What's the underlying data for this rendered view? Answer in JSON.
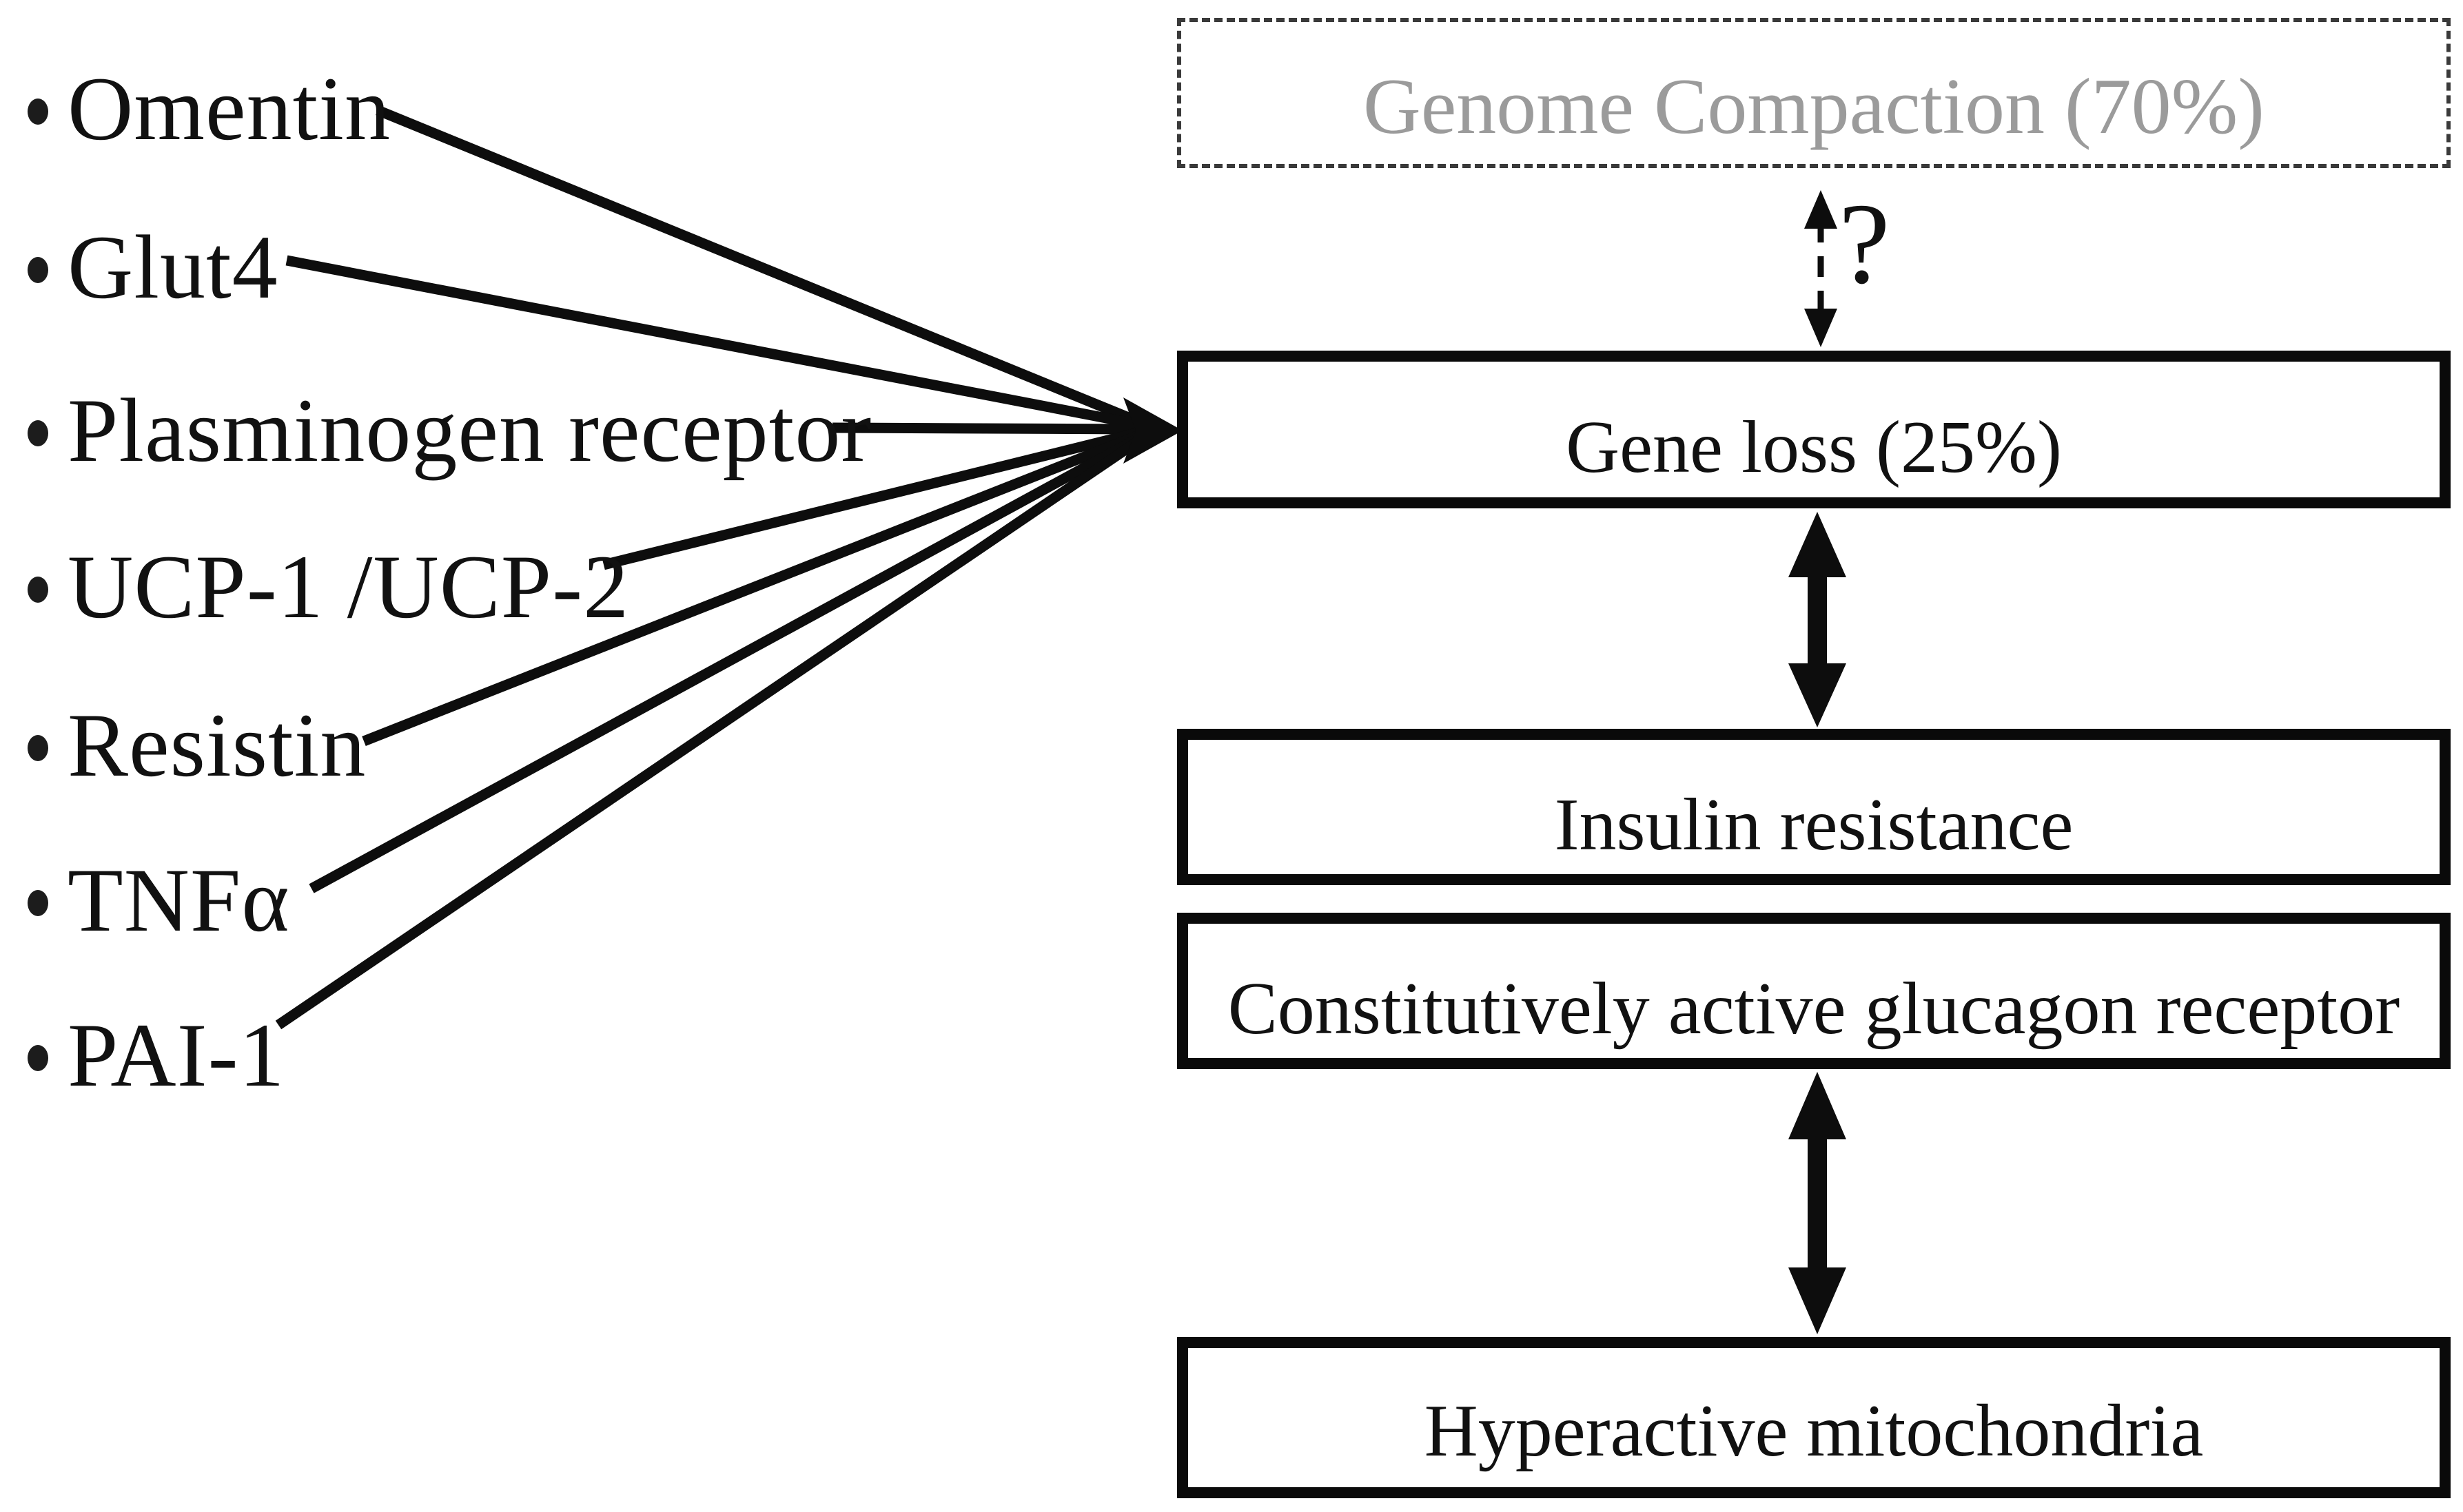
{
  "diagram": {
    "list": {
      "items": [
        "Omentin",
        "Glut4",
        "Plasminogen receptor",
        "UCP-1 /UCP-2",
        "Resistin",
        "TNFα",
        "PAI-1"
      ]
    },
    "boxes": {
      "genome_compaction": {
        "label": "Genome Compaction (70%)"
      },
      "gene_loss": {
        "label": "Gene loss (25%)"
      },
      "insulin_resistance": {
        "label": "Insulin resistance"
      },
      "glucagon_receptor": {
        "label": "Constitutively active glucagon receptor"
      },
      "hyperactive_mitochondria": {
        "label": "Hyperactive mitochondria"
      }
    },
    "annotations": {
      "question_mark": "?"
    },
    "colors": {
      "ink": "#111111",
      "line": "#0d0d0d",
      "muted_text": "#9b9b9b",
      "dashed_border": "#3a3a3a",
      "background": "#ffffff"
    }
  }
}
